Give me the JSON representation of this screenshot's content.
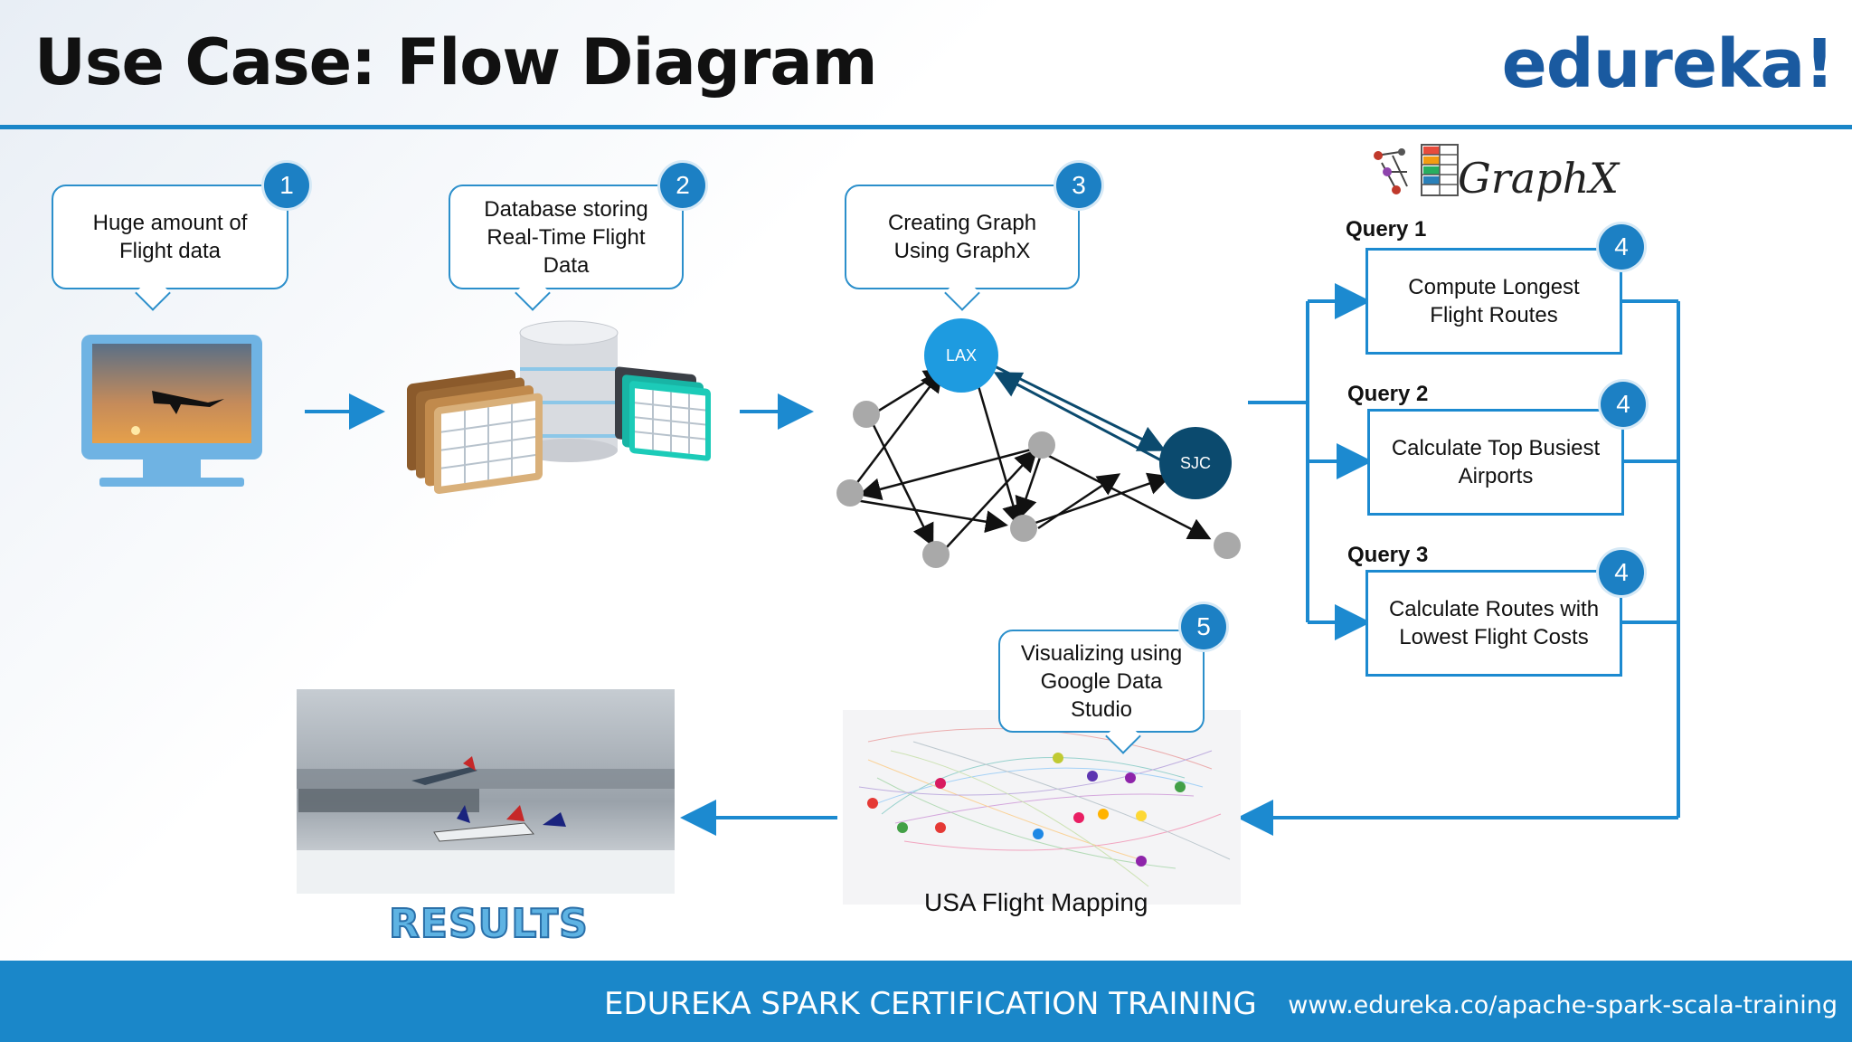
{
  "slide": {
    "title": "Use Case: Flow Diagram",
    "logo": "edureka!"
  },
  "steps": [
    {
      "number": "1",
      "text": "Huge amount of\nFlight data"
    },
    {
      "number": "2",
      "text": "Database storing\nReal-Time Flight\nData"
    },
    {
      "number": "3",
      "text": "Creating Graph\nUsing GraphX"
    },
    {
      "number": "5",
      "text": "Visualizing using\nGoogle Data\nStudio"
    }
  ],
  "graphx_logo": "GraphX",
  "graph_nodes": {
    "lax": "LAX",
    "sjc": "SJC"
  },
  "queries": [
    {
      "label": "Query 1",
      "number": "4",
      "text": "Compute Longest\nFlight Routes"
    },
    {
      "label": "Query 2",
      "number": "4",
      "text": "Calculate Top Busiest\nAirports"
    },
    {
      "label": "Query 3",
      "number": "4",
      "text": "Calculate Routes with\nLowest Flight Costs"
    }
  ],
  "results_label": "RESULTS",
  "mapping_caption": "USA Flight Mapping",
  "footer": {
    "left": "EDUREKA SPARK CERTIFICATION TRAINING",
    "right": "www.edureka.co/apache-spark-scala-training"
  },
  "colors": {
    "accent": "#1a87c9",
    "badge": "#1c80c4",
    "lax_node": "#1e9be0",
    "sjc_node": "#0b4a6e"
  }
}
